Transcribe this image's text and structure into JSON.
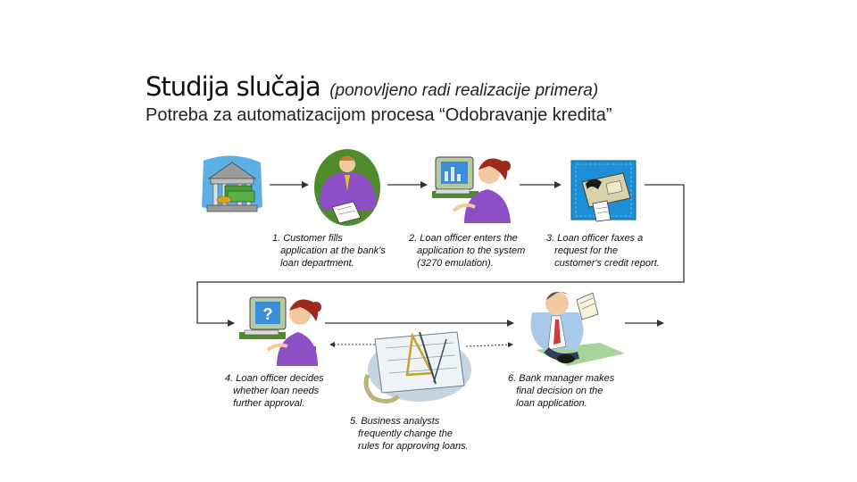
{
  "title": {
    "main": "Studija slučaja",
    "sub": "(ponovljeno radi realizacije primera)"
  },
  "subtitle": "Potreba za automatizacijom procesa “Odobravanje kredita”",
  "steps": [
    {
      "id": 1,
      "text": "1. Customer fills\n   application at the bank's\n   loan department.",
      "icon": "bank-building-icon"
    },
    {
      "id": 2,
      "text": "2. Loan officer enters the\n   application to the system\n   (3270 emulation).",
      "icon": "officer-at-computer-icon"
    },
    {
      "id": 3,
      "text": "3. Loan officer faxes a\n   request for the\n   customer's credit report.",
      "icon": "fax-machine-icon"
    },
    {
      "id": 4,
      "text": "4. Loan officer decides\n   whether loan needs\n   further approval.",
      "icon": "officer-question-icon"
    },
    {
      "id": 5,
      "text": "5. Business analysts\n   frequently change the\n   rules for approving loans.",
      "icon": "blueprint-tools-icon"
    },
    {
      "id": 6,
      "text": "6. Bank manager makes\n   final decision on the\n   loan application.",
      "icon": "manager-reading-icon"
    }
  ],
  "colors": {
    "arrow": "#333333",
    "purple": "#8e4fc4",
    "skin": "#f3c9a0",
    "hair": "#9b2b1d",
    "bank_bg": "#5ab0e4",
    "fax_bg": "#1c8fd6",
    "money": "#4a9a3a",
    "monitor": "#3b8fd8"
  }
}
